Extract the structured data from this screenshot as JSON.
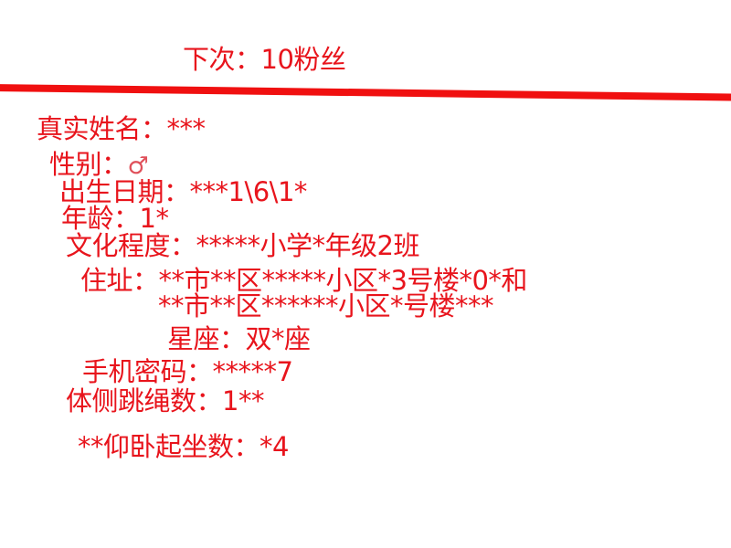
{
  "header": {
    "next": "下次：10粉丝"
  },
  "profile": {
    "name": "真实姓名：***",
    "gender_label": "性别：",
    "gender_symbol": "♂",
    "birthday": "出生日期：***1\\6\\1*",
    "age": "年龄：1*",
    "education": "文化程度：*****小学*年级2班",
    "address_1": "住址：**市**区*****小区*3号楼*0*和",
    "address_2": "**市**区******小区*号楼***",
    "zodiac": "星座：双*座",
    "phone_password": "手机密码：*****7",
    "jump_rope": "体侧跳绳数：1**",
    "situps": "**仰卧起坐数：*4"
  },
  "colors": {
    "text": "#e8141c",
    "line": "#f01010"
  }
}
